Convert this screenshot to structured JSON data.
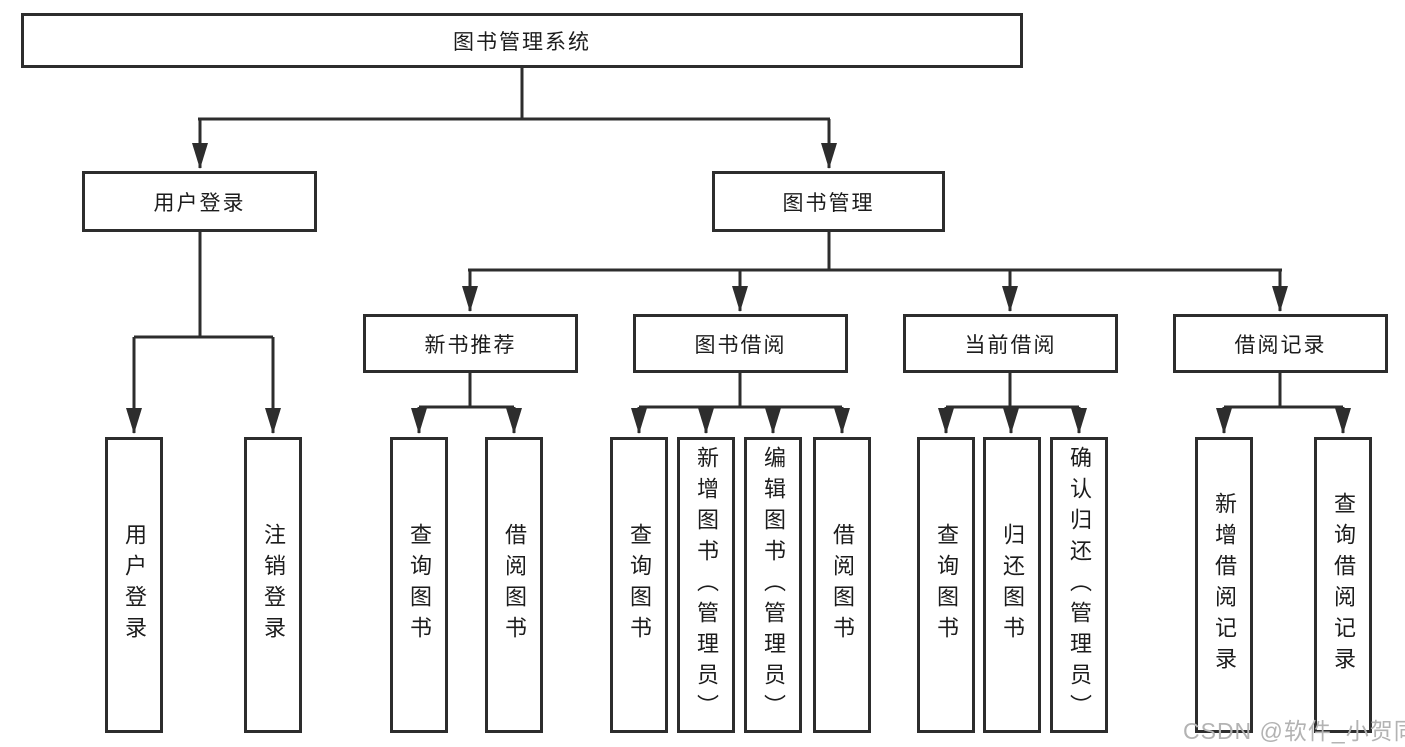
{
  "title": {
    "label": "图书管理系统"
  },
  "level2": [
    {
      "label": "用户登录"
    },
    {
      "label": "图书管理"
    }
  ],
  "level3": [
    {
      "label": "新书推荐"
    },
    {
      "label": "图书借阅"
    },
    {
      "label": "当前借阅"
    },
    {
      "label": "借阅记录"
    }
  ],
  "leaves": [
    {
      "label": "用户登录"
    },
    {
      "label": "注销登录"
    },
    {
      "label": "查询图书"
    },
    {
      "label": "借阅图书"
    },
    {
      "label": "查询图书"
    },
    {
      "label": "新增图书（管理员）"
    },
    {
      "label": "编辑图书（管理员）"
    },
    {
      "label": "借阅图书"
    },
    {
      "label": "查询图书"
    },
    {
      "label": "归还图书"
    },
    {
      "label": "确认归还（管理员）"
    },
    {
      "label": "新增借阅记录"
    },
    {
      "label": "查询借阅记录"
    }
  ],
  "watermark": {
    "text": "CSDN @软件_小贺同学"
  },
  "colors": {
    "line": "#2d2d2d",
    "box_background": "#ffffff",
    "text": "#1c1c1c",
    "watermark": "#b3b3b3"
  }
}
